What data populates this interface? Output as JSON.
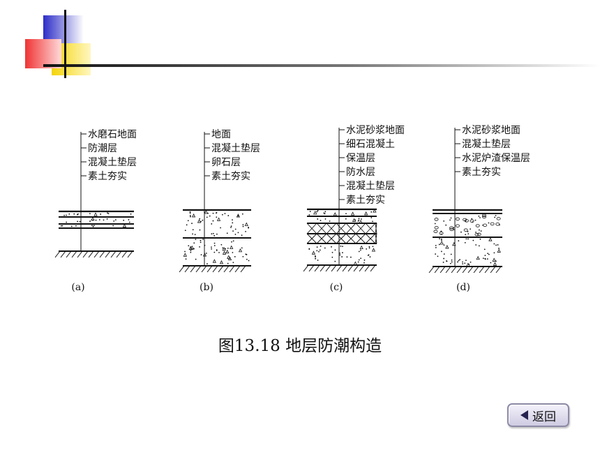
{
  "caption": "图13.18  地层防潮构造",
  "back_button": {
    "label": "返回",
    "icon": "left-triangle-icon"
  },
  "colors": {
    "blue": "#3434c8",
    "red": "#ee3c3c",
    "yellow": "#f6dc14",
    "rule": "#1a1a1a"
  },
  "panels": [
    {
      "id": "a",
      "tag": "(a)",
      "layers": [
        "水磨石地面",
        "防潮层",
        "混凝土垫层",
        "素土夯实"
      ]
    },
    {
      "id": "b",
      "tag": "(b)",
      "layers": [
        "地面",
        "混凝土垫层",
        "卵石层",
        "素土夯实"
      ]
    },
    {
      "id": "c",
      "tag": "(c)",
      "layers": [
        "水泥砂浆地面",
        "细石混凝土",
        "保温层",
        "防水层",
        "混凝土垫层",
        "素土夯实"
      ]
    },
    {
      "id": "d",
      "tag": "(d)",
      "layers": [
        "水泥砂浆地面",
        "混凝土垫层",
        "水泥炉渣保温层",
        "素土夯实"
      ]
    }
  ]
}
